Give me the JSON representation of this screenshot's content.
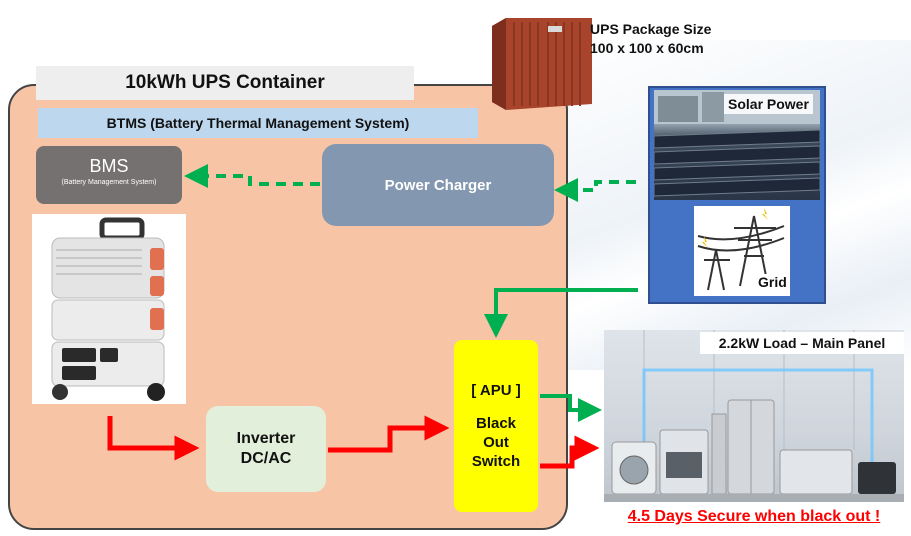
{
  "container": {
    "title": "10kWh UPS Container",
    "btms_label": "BTMS (Battery Thermal Management System)"
  },
  "bms": {
    "title": "BMS",
    "subtitle": "(Battery Management System)"
  },
  "power_charger": {
    "label": "Power Charger"
  },
  "inverter": {
    "line1": "Inverter",
    "line2": "DC/AC"
  },
  "apu_switch": {
    "head": "[ APU ]",
    "line1": "Black",
    "line2": "Out",
    "line3": "Switch"
  },
  "package": {
    "line1": "UPS Package Size",
    "line2": "100 x 100 x 60cm"
  },
  "sources": {
    "solar": "Solar Power",
    "grid": "Grid"
  },
  "load": {
    "label": "2.2kW Load – Main Panel",
    "secure_text": "4.5 Days Secure when black out !"
  },
  "colors": {
    "container_fill": "#f7c5a6",
    "green_arrow": "#00b050",
    "red_arrow": "#ff0000",
    "apu_fill": "#ffff00",
    "charger_fill": "#8497b0",
    "bms_fill": "#767171",
    "inverter_fill": "#e2efda",
    "btms_fill": "#bdd7ee",
    "source_panel": "#4472c4"
  }
}
